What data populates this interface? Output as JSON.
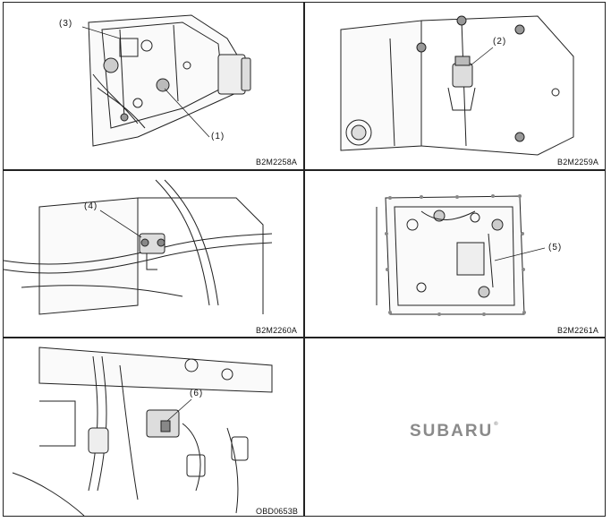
{
  "figures": [
    {
      "callouts": [
        "(3)",
        "(1)"
      ],
      "code": "B2M2258A"
    },
    {
      "callouts": [
        "(2)"
      ],
      "code": "B2M2259A"
    },
    {
      "callouts": [
        "(4)"
      ],
      "code": "B2M2260A"
    },
    {
      "callouts": [
        "(5)"
      ],
      "code": "B2M2261A"
    },
    {
      "callouts": [
        "(6)"
      ],
      "code": "OBD0653B"
    }
  ],
  "logo": {
    "text": "SUBARU",
    "mark": "®"
  }
}
